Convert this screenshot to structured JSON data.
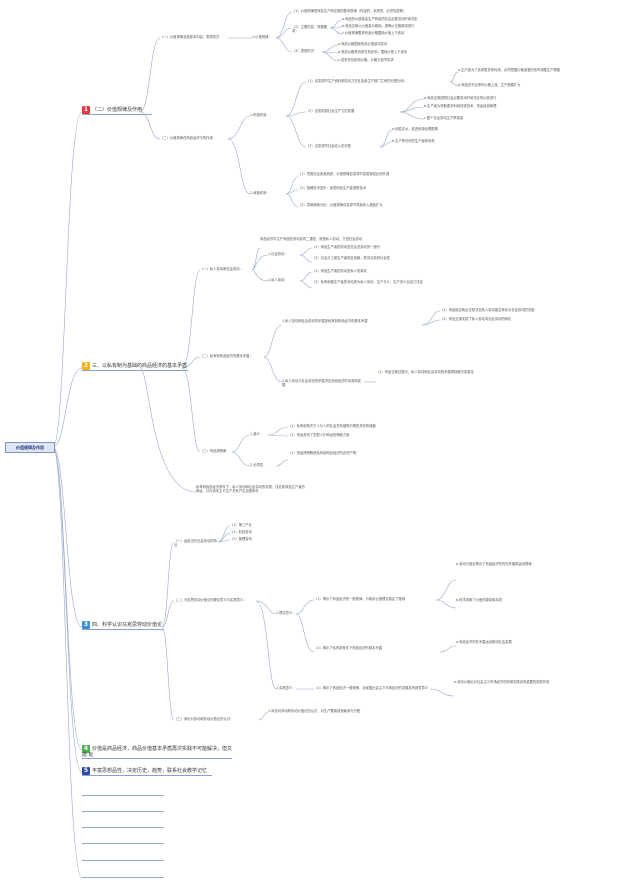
{
  "root": {
    "title": "价值规律及作用"
  },
  "colors": {
    "red": "#e2383f",
    "yellow": "#f2b318",
    "blue": "#3b8fd5",
    "green": "#4caf50",
    "navy": "#2b4c9a",
    "line": "#9aa8c8"
  },
  "branches": [
    {
      "num": "1",
      "label": "（二）价值规律及作用",
      "color": "red"
    },
    {
      "num": "2",
      "label": "三、以私有制为基础的商品经济的基本矛盾",
      "color": "yellow"
    },
    {
      "num": "3",
      "label": "四、科学认识马克思劳动价值论",
      "color": "blue"
    },
    {
      "num": "4",
      "label": "价值是商品经济，商品价值基本矛盾再次实践不可能解决，但又能 处",
      "color": "green"
    },
    {
      "num": "5",
      "label": "丰富思想品性，决定历史，趋势，联系社会教学记忆",
      "color": "navy"
    }
  ],
  "nodes": {
    "b1_s1": "（一）价值规律及其基本内容，表现形式",
    "b1_s2": "（二）价值规律在商品经济中的作用",
    "b1_a": "1.价值规律：",
    "b1_a1": "（1）价值规律是商品生产和交换的基本规律（内容的，本质的，必然性趋势）",
    "b1_a2": "（2）主要内容，简要要求：",
    "b1_a2a": "a.商品的价值量由生产商品的社会必要劳动时间决定",
    "b1_a2b": "b.商品交换以价值量为基础，按等价交换原则进行",
    "b1_a2c": "c.价值规律要求商品价格围绕价值上下波动",
    "b1_a3": "（3）表现形式：",
    "b1_a3a": "a.商品价格围绕商品价值波动变动",
    "b1_a3b": "b.商品价格受供求关系影响，围绕价值上下波动",
    "b1_a3c": "c.供求关系影响价格，价格又调节供求",
    "b1_b": "1.积极作用：",
    "b1_b1": "（1）自发调节生产资料和劳动力在社会各生产部门之间的分配比例；",
    "b1_b1a": "a.生产者为了追求更多的利润，必然根据价格涨落的信号调整生产规模",
    "b1_b1b": "b.商品供不应求时价格上涨，生产规模扩大",
    "b1_b2": "（2）自发刺激社会生产力的发展",
    "b1_b2a": "a.商品交换按照社会必要劳动时间决定的价值进行",
    "b1_b2b": "b.生产者为获取更多利润改进技术、改善经营管理",
    "b1_b2c": "c.整个社会劳动生产率提高",
    "b1_b3": "（3）自发调节社会收入的分配",
    "b1_b3a": "a.优胜劣汰，促进资源合理配置",
    "b1_b3b": "b.生产条件好的生产者获利多",
    "b1_c": "2.消极作用：",
    "b1_c1": "（1）导致社会资源浪费，价值规律自发调节容易造成比例失调",
    "b1_c2": "（2）阻碍技术进步：某些商品生产者垄断技术",
    "b1_c3": "（3）导致两极分化：价值规律自发调节导致收入差距扩大",
    "b2_s1": "（一）私人劳动和社会劳动：",
    "b2_s1t": "商品经济中生产商品的劳动具有二重性，既是私人劳动，又是社会劳动",
    "b2_s1a": "1.社会劳动：",
    "b2_s1a1": "（1）商品生产者的劳动是社会总劳动的一部分",
    "b2_s1a2": "（2）社会分工使生产者相互依赖，其劳动具有社会性",
    "b2_s1b": "2.私人劳动：",
    "b2_s1b1": "（1）商品生产者的劳动是私人的事情",
    "b2_s1b2": "（2）私有制使生产者的劳动成为私人劳动，生产什么、生产多少由自己决定",
    "b2_s2": "（二）私有制商品经济的基本矛盾：",
    "b2_s2a": "1.私人劳动和社会劳动的矛盾是私有制商品经济的基本矛盾",
    "b2_s2a1": "（1）商品能否卖出去是决定私人劳动能否转化为社会劳动的关键",
    "b2_s2a2": "（2）商品交换实现了私人劳动向社会劳动的转化",
    "b2_s2b": "2.私人劳动与社会劳动的矛盾决定商品经济的本质和发展",
    "b2_s2b1": "（1）商品交换过程中，私人劳动和社会劳动的矛盾得到解决或激化",
    "b2_s3": "（三）商品拜物教",
    "b2_s3a": "1.涵义：",
    "b2_s3a1": "（1）私有制条件下人与人的社会关系被物与物的关系所掩盖",
    "b2_s3a2": "（2）商品具有了支配人们命运的神秘力量",
    "b2_s3b": "2.必然性：",
    "b2_s3b1": "（1）商品拜物教是私有制商品经济的必然产物",
    "b2_note": "私有制商品经济条件下，私人劳动和社会劳动的矛盾，决定着商品生产者的命运，并为资本主义生产关系产生创造条件",
    "b3_s1": "（一）运用当代社会劳动的特点",
    "b3_s1a": "（1）第三产业",
    "b3_s1b": "（2）科技劳动",
    "b3_s1c": "（3）管理劳动",
    "b3_s2": "（二）马克思劳动价值论的理论意义与实践意义：",
    "b3_s2a": "1.理论意义：",
    "b3_s2a1": "（1）揭示了商品经济的一般规律，为剩余价值理论奠定了基础",
    "b3_s2a1a": "a.劳动价值论揭示了商品经济的内在矛盾和运动规律",
    "b3_s2a1b": "b.科学说明了价值的源泉和本质",
    "b3_s2a2": "（2）揭示了私有制条件下商品经济的基本矛盾",
    "b3_s2a2a": "a.商品经济内在矛盾运动推动社会发展",
    "b3_s2b": "2.实践意义：",
    "b3_s2b1": "（1）揭示了商品经济一般规律，对我国社会主义市场经济的发展具有指导意义",
    "b3_s2b1a": "a.劳动价值论对社会主义市场经济的改革实践具有重要的指导作用",
    "b3_s3": "（三）深化对劳动和劳动价值论的认识：",
    "b3_s3a": "1.深化对劳动和劳动价值论的认识，对生产要素按贡献参与分配"
  }
}
